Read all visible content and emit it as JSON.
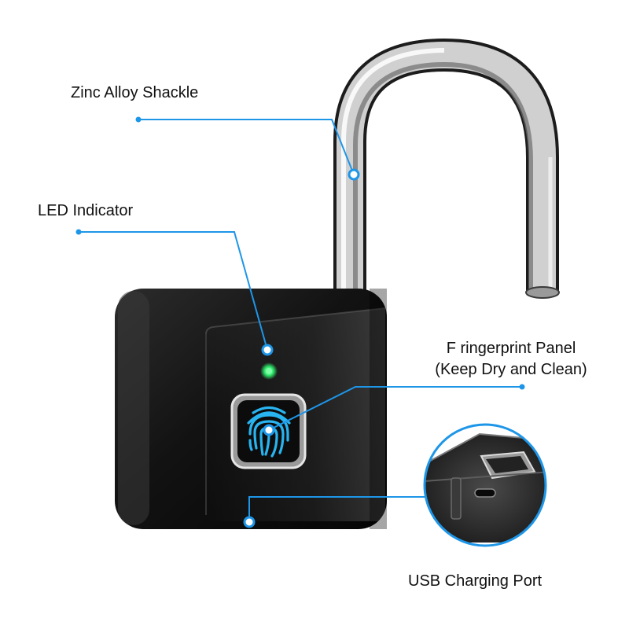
{
  "callouts": {
    "shackle": "Zinc Alloy Shackle",
    "led": "LED Indicator",
    "fingerprint_line1": "F ringerprint Panel",
    "fingerprint_line2": "(Keep Dry and Clean)",
    "usb": "USB Charging Port"
  },
  "colors": {
    "leader_line": "#1e96e8",
    "lock_body": "#141414",
    "fingerprint_glow": "#28b4f0",
    "led_light": "#2ee86a"
  },
  "icons": [
    "fingerprint-icon",
    "padlock",
    "usb-c-port"
  ]
}
